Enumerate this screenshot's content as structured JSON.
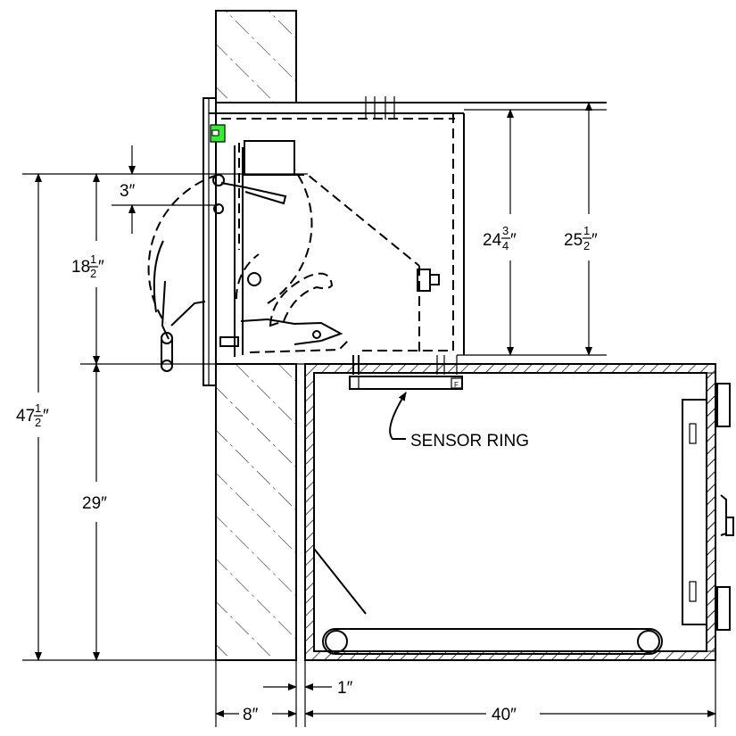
{
  "labels": {
    "sensor_ring": "SENSOR RING",
    "sensor_mark": "F"
  },
  "dimensions": {
    "gap_3": "3″",
    "h_18_whole": "18",
    "h_18_num": "1",
    "h_18_den": "2",
    "h_18_unit": "″",
    "h_47_whole": "47",
    "h_47_num": "1",
    "h_47_den": "2",
    "h_47_unit": "″",
    "h_29": "29″",
    "h_24_whole": "24",
    "h_24_num": "3",
    "h_24_den": "4",
    "h_24_unit": "″",
    "h_25_whole": "25",
    "h_25_num": "1",
    "h_25_den": "2",
    "h_25_unit": "″",
    "w_8": "8″",
    "w_1": "1″",
    "w_40": "40″"
  },
  "colors": {
    "indicator_green": "#33ee33"
  }
}
